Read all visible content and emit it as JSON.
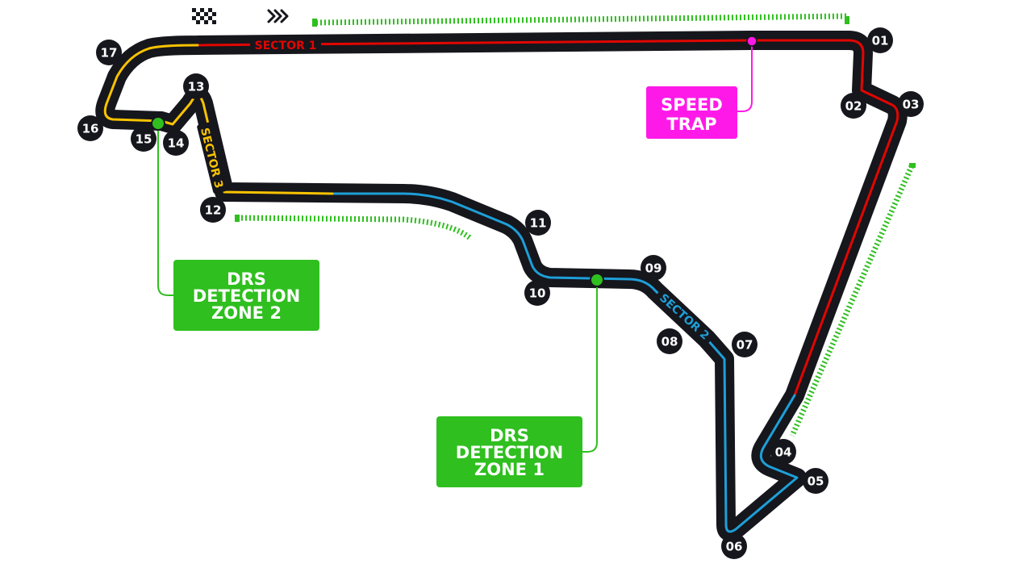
{
  "colors": {
    "track": "#16161d",
    "sector1": "#e10600",
    "sector2": "#1e9fd7",
    "sector3": "#f8c300",
    "drs": "#2fbf1f",
    "speed_trap": "#ff19e8",
    "corner_badge": "#16161d"
  },
  "icons": {
    "start_finish": "checkered-flag-icon",
    "direction": "triple-chevron-icon"
  },
  "sectors": [
    {
      "label": "SECTOR 1"
    },
    {
      "label": "SECTOR 2"
    },
    {
      "label": "SECTOR 3"
    }
  ],
  "corners": [
    "01",
    "02",
    "03",
    "04",
    "05",
    "06",
    "07",
    "08",
    "09",
    "10",
    "11",
    "12",
    "13",
    "14",
    "15",
    "16",
    "17"
  ],
  "speed_trap": {
    "line1": "SPEED",
    "line2": "TRAP"
  },
  "drs_zones": [
    {
      "line1": "DRS",
      "line2": "DETECTION",
      "line3": "ZONE 1"
    },
    {
      "line1": "DRS",
      "line2": "DETECTION",
      "line3": "ZONE 2"
    }
  ]
}
